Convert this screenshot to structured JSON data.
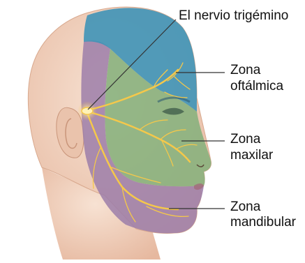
{
  "title": "El nervio trigémino",
  "zones": [
    {
      "line1": "Zona",
      "line2": "oftálmica",
      "color": "#3f93b7"
    },
    {
      "line1": "Zona",
      "line2": "maxilar",
      "color": "#86b07c"
    },
    {
      "line1": "Zona",
      "line2": "mandibular",
      "color": "#9c7ea9"
    }
  ],
  "colors": {
    "skin": "#f0d2bf",
    "nerve": "#f5c84a",
    "ganglion": "#fff2b8",
    "label_line": "#333333"
  }
}
